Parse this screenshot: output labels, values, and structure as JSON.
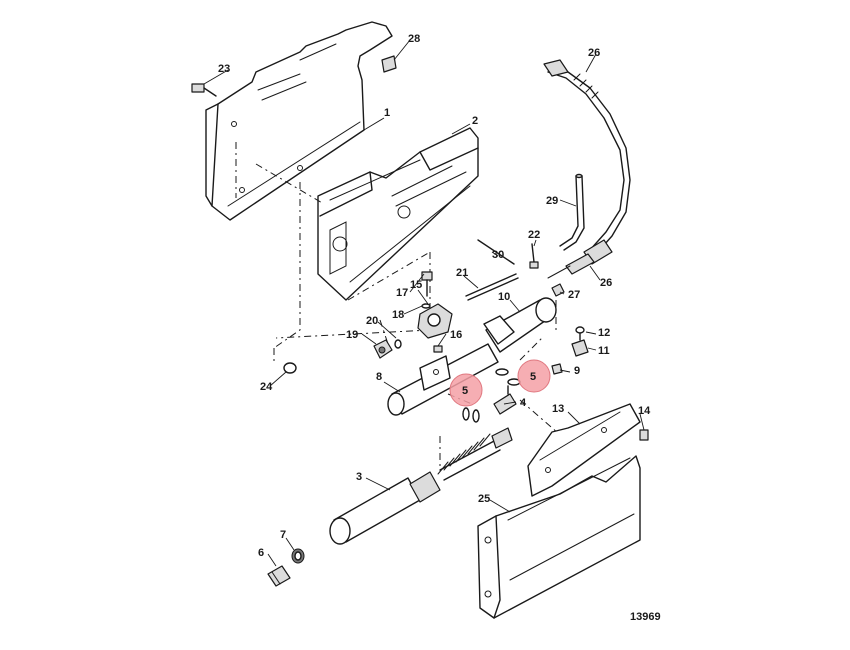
{
  "figure_number": "13969",
  "highlight_color": "#f4a0a6",
  "callouts": {
    "c1": "1",
    "c2": "2",
    "c3": "3",
    "c4": "4",
    "c5a": "5",
    "c5b": "5",
    "c6": "6",
    "c7": "7",
    "c8": "8",
    "c9": "9",
    "c10": "10",
    "c11": "11",
    "c12": "12",
    "c13": "13",
    "c14": "14",
    "c15": "15",
    "c16": "16",
    "c17": "17",
    "c18": "18",
    "c19": "19",
    "c20": "20",
    "c21": "21",
    "c22": "22",
    "c23": "23",
    "c24": "24",
    "c25": "25",
    "c26a": "26",
    "c26b": "26",
    "c27": "27",
    "c28": "28",
    "c29": "29",
    "c30": "30"
  },
  "highlighted_callouts": [
    "5",
    "5"
  ]
}
